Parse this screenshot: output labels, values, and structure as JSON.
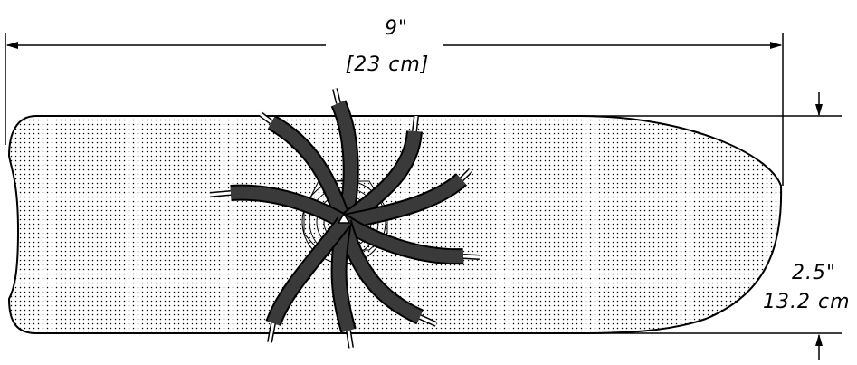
{
  "diagram": {
    "width_label": "9\"",
    "width_metric_label": "[23 cm]",
    "height_label": "2.5\"",
    "height_metric_label": "13.2 cm"
  },
  "colors": {
    "line": "#000000",
    "pad_dots": "#000000",
    "cable": "#1a1a1a",
    "background": "#ffffff"
  },
  "components": {
    "pad": "dotted electrode pad",
    "hub": "central connector hub",
    "cable_count": 9
  }
}
